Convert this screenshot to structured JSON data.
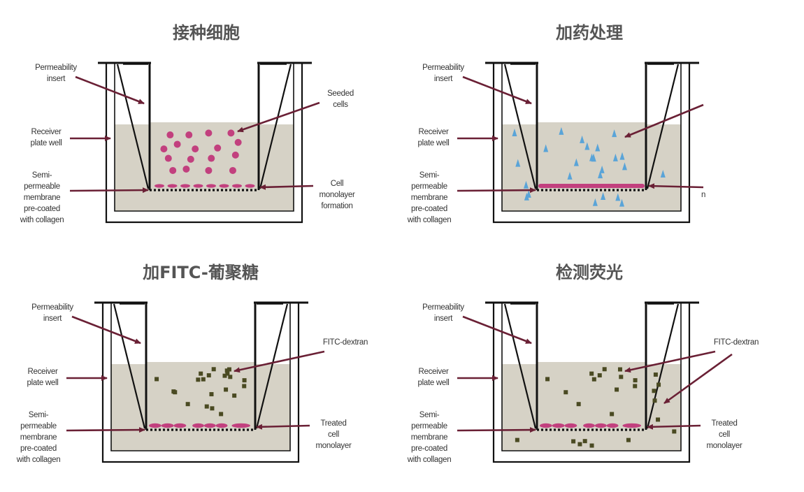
{
  "colors": {
    "medium": "#d6d2c6",
    "outline": "#111111",
    "arrow": "#6a2035",
    "cell": "#c2407e",
    "drug": "#5aa4d8",
    "dextran": "#4a4a22",
    "title": "#555555",
    "label": "#333333"
  },
  "panels": [
    {
      "title": "接种细胞",
      "particles": "cells",
      "monolayer": "dashes",
      "labels": {
        "insert": [
          "Permeability",
          "insert"
        ],
        "receiver": [
          "Receiver",
          "plate well"
        ],
        "membrane": [
          "Semi-",
          "permeable",
          "membrane",
          "pre-coated",
          "with collagen"
        ],
        "top_right": [
          "Seeded",
          "cells"
        ],
        "bottom_right": [
          "Cell",
          "monolayer",
          "formation"
        ]
      }
    },
    {
      "title": "加药处理",
      "particles": "drug",
      "monolayer": "bar",
      "labels": {
        "insert": [
          "Permeability",
          "insert"
        ],
        "receiver": [
          "Receiver",
          "plate well"
        ],
        "membrane": [
          "Semi-",
          "permeable",
          "membrane",
          "pre-coated",
          "with collagen"
        ],
        "top_right": [],
        "bottom_right": [
          "n"
        ]
      }
    },
    {
      "title": "加FITC-葡聚糖",
      "particles": "dextran-top",
      "monolayer": "groups",
      "labels": {
        "insert": [
          "Permeability",
          "insert"
        ],
        "receiver": [
          "Receiver",
          "plate well"
        ],
        "membrane": [
          "Semi-",
          "permeable",
          "membrane",
          "pre-coated",
          "with collagen"
        ],
        "top_right": [
          "FITC-dextran"
        ],
        "bottom_right": [
          "Treated",
          "cell",
          "monolayer"
        ]
      }
    },
    {
      "title": "检测荧光",
      "particles": "dextran-both",
      "monolayer": "groups",
      "labels": {
        "insert": [
          "Permeability",
          "insert"
        ],
        "receiver": [
          "Receiver",
          "plate well"
        ],
        "membrane": [
          "Semi-",
          "permeable",
          "membrane",
          "pre-coated",
          "with collagen"
        ],
        "top_right": [
          "FITC-dextran"
        ],
        "bottom_right": [
          "Treated",
          "cell",
          "monolayer"
        ]
      }
    }
  ]
}
